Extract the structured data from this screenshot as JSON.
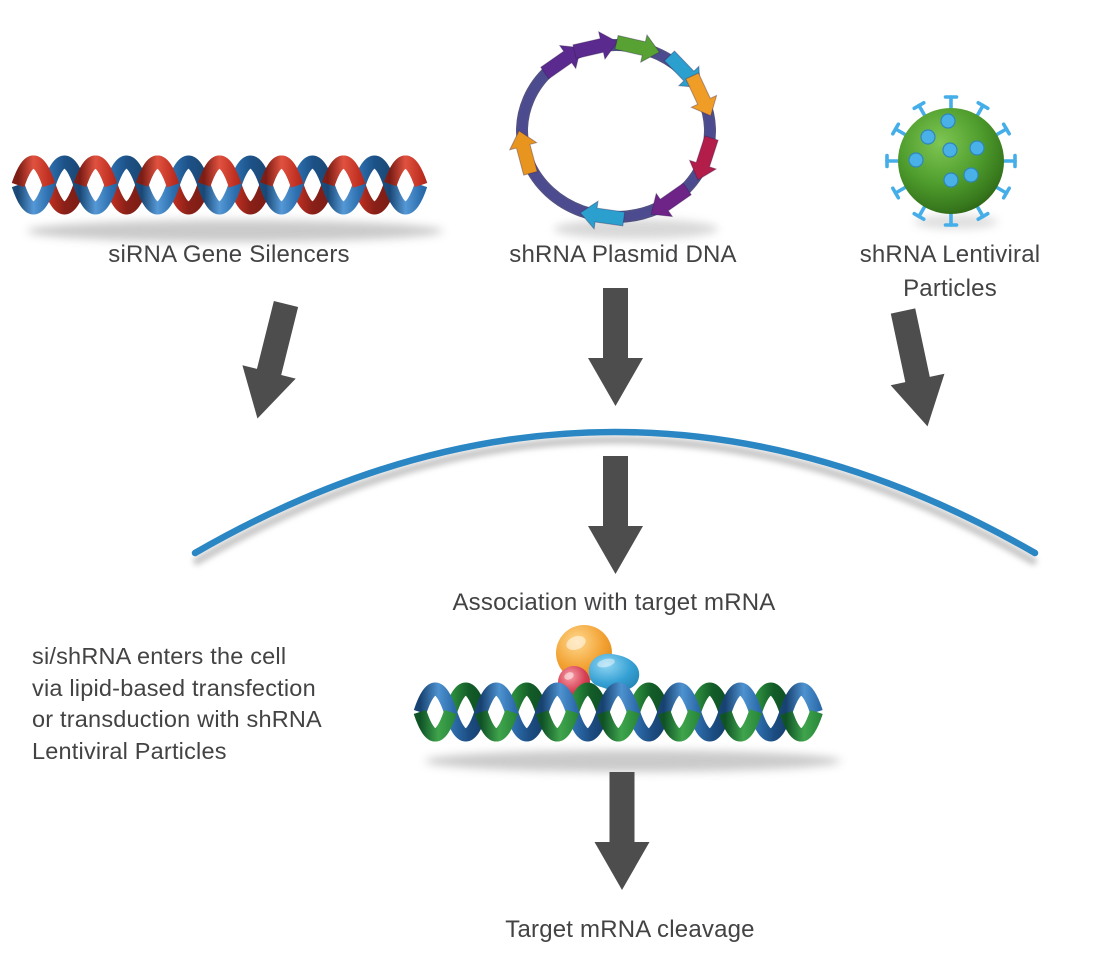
{
  "top_row": {
    "sirna": {
      "label": "siRNA Gene Silencers"
    },
    "plasmid": {
      "label": "shRNA Plasmid DNA"
    },
    "lentiviral": {
      "lines": [
        "shRNA Lentiviral",
        "Particles"
      ]
    }
  },
  "steps": {
    "association": "Association with target mRNA",
    "cleavage": "Target mRNA cleavage"
  },
  "side_note": {
    "lines": [
      "si/shRNA enters the cell",
      "via lipid-based transfection",
      "or transduction with shRNA",
      "Lentiviral Particles"
    ]
  },
  "colors": {
    "text": "#434345",
    "arrow_gray": "#4d4d4d",
    "membrane_blue": "#2b87c3",
    "helix_red": "#c03022",
    "helix_blue": "#2d6fae",
    "mrna_green": "#2a8a3b",
    "mrna_blue": "#2d6cab",
    "plasmid_ring": "#4c4b8f",
    "plasmid_arrow_purple": "#5b2a8e",
    "plasmid_arrow_green": "#57a233",
    "plasmid_arrow_cyan": "#2ba0ce",
    "plasmid_arrow_orange": "#ef9d26",
    "plasmid_arrow_crimson": "#b21d4a",
    "virus_green": "#4f9d2d",
    "virus_spike_blue": "#45aee8",
    "risc_orange": "#f2a233",
    "risc_red": "#d64055",
    "risc_blue": "#35a0d4"
  },
  "icons": {
    "sirna-duplex-icon": "red-blue double helix ribbon",
    "plasmid-icon": "circular DNA ring with clockwise directional arrows",
    "lentiviral-particle-icon": "green virus sphere with blue capsid dots and T-spikes",
    "membrane-arc": "blue curved cell membrane",
    "risc-complex-icon": "protein complex of orange sphere, red sphere and blue bean",
    "mrna-helix-icon": "green-blue mRNA helix ribbon",
    "down-arrow-icon": "thick gray downward arrow"
  }
}
